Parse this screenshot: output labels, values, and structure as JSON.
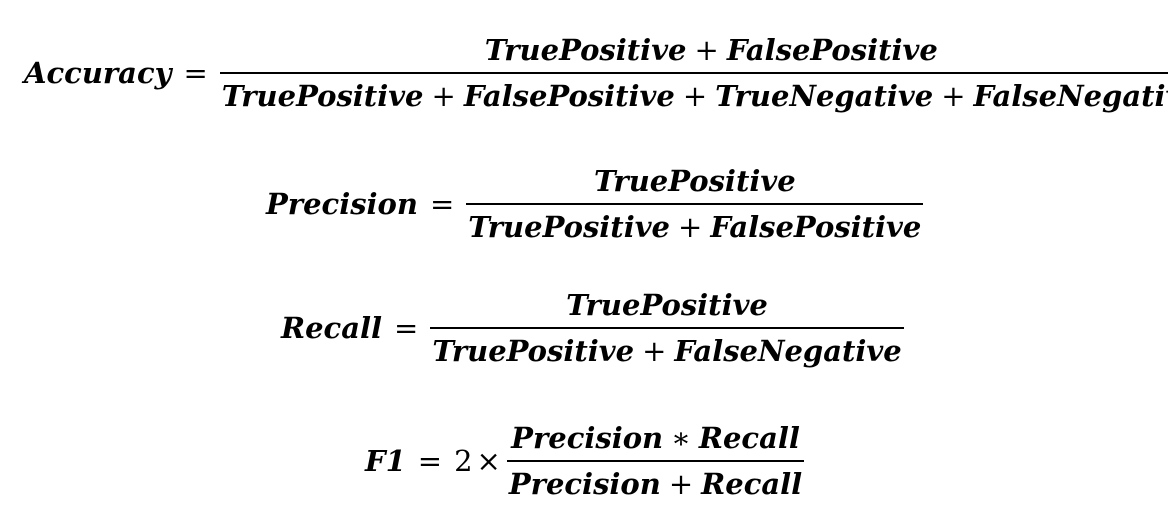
{
  "accuracy": {
    "lhs": "Accuracy",
    "eq": "=",
    "num": [
      "TruePositive",
      "+",
      "FalsePositive"
    ],
    "den": [
      "TruePositive",
      "+",
      "FalsePositive",
      "+",
      "TrueNegative",
      "+",
      "FalseNegative"
    ]
  },
  "precision": {
    "lhs": "Precision",
    "eq": "=",
    "num": [
      "TruePositive"
    ],
    "den": [
      "TruePositive",
      "+",
      "FalsePositive"
    ]
  },
  "recall": {
    "lhs": "Recall",
    "eq": "=",
    "num": [
      "TruePositive"
    ],
    "den": [
      "TruePositive",
      "+",
      "FalseNegative"
    ]
  },
  "f1": {
    "lhs": "F1",
    "eq": "=",
    "coef": "2",
    "times": "×",
    "num": [
      "Precision",
      "∗",
      "Recall"
    ],
    "den": [
      "Precision",
      "+",
      "Recall"
    ]
  }
}
